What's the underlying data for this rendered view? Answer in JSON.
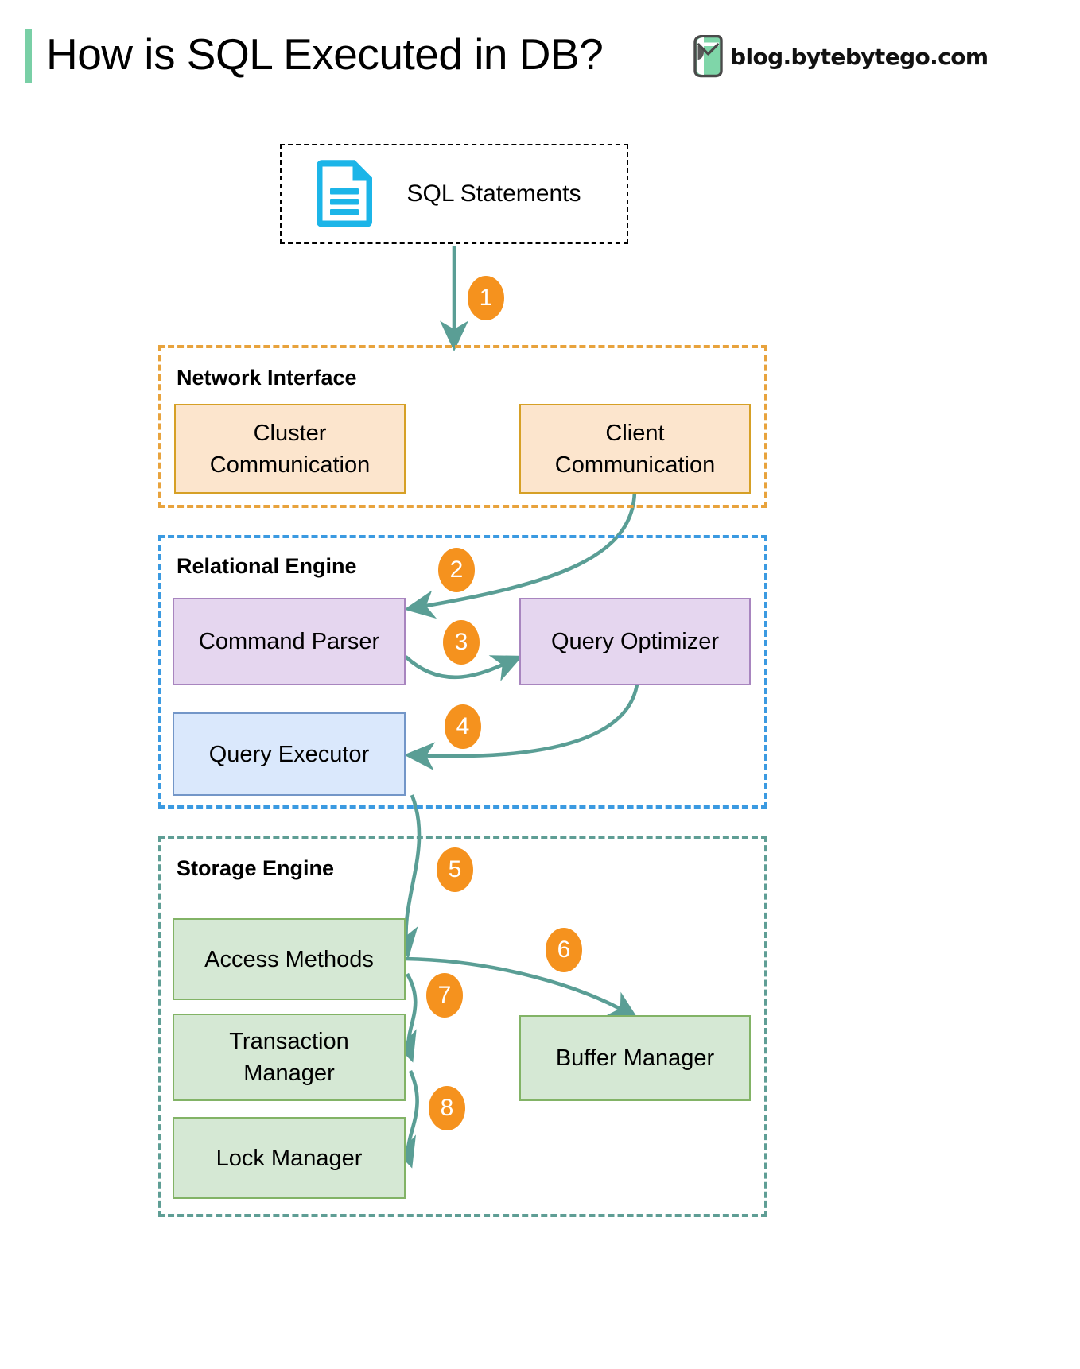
{
  "header": {
    "title": "How is SQL Executed in DB?",
    "brand_url": "blog.bytebytego.com",
    "logo_icon": "bytebytego-logo-icon",
    "accent_color": "#79cfa6"
  },
  "source": {
    "label": "SQL Statements",
    "icon": "document-icon",
    "icon_color": "#1cb5e8"
  },
  "groups": [
    {
      "key": "network",
      "title": "Network Interface",
      "border_color": "#e8a33d",
      "nodes": [
        {
          "label": "Cluster\nCommunication",
          "line1": "Cluster",
          "line2": "Communication"
        },
        {
          "label": "Client\nCommunication",
          "line1": "Client",
          "line2": "Communication"
        }
      ]
    },
    {
      "key": "relational",
      "title": "Relational Engine",
      "border_color": "#3b9ae1",
      "nodes": [
        {
          "label": "Command Parser"
        },
        {
          "label": "Query Optimizer"
        },
        {
          "label": "Query Executor"
        }
      ]
    },
    {
      "key": "storage",
      "title": "Storage Engine",
      "border_color": "#5f9e95",
      "nodes": [
        {
          "label": "Access Methods"
        },
        {
          "label": "Transaction\nManager",
          "line1": "Transaction",
          "line2": "Manager"
        },
        {
          "label": "Lock Manager"
        },
        {
          "label": "Buffer Manager"
        }
      ]
    }
  ],
  "nodes": {
    "cluster_communication_l1": "Cluster",
    "cluster_communication_l2": "Communication",
    "client_communication_l1": "Client",
    "client_communication_l2": "Communication",
    "command_parser": "Command Parser",
    "query_optimizer": "Query Optimizer",
    "query_executor": "Query Executor",
    "access_methods": "Access Methods",
    "transaction_manager_l1": "Transaction",
    "transaction_manager_l2": "Manager",
    "lock_manager": "Lock Manager",
    "buffer_manager": "Buffer Manager"
  },
  "steps": [
    {
      "n": "1",
      "from": "SQL Statements",
      "to": "Network Interface"
    },
    {
      "n": "2",
      "from": "Client Communication",
      "to": "Command Parser"
    },
    {
      "n": "3",
      "from": "Command Parser",
      "to": "Query Optimizer"
    },
    {
      "n": "4",
      "from": "Query Optimizer",
      "to": "Query Executor"
    },
    {
      "n": "5",
      "from": "Query Executor",
      "to": "Access Methods"
    },
    {
      "n": "6",
      "from": "Access Methods",
      "to": "Buffer Manager"
    },
    {
      "n": "7",
      "from": "Access Methods",
      "to": "Transaction Manager"
    },
    {
      "n": "8",
      "from": "Transaction Manager",
      "to": "Lock Manager"
    }
  ],
  "colors": {
    "arrow": "#5a9e95",
    "badge": "#f5921e",
    "orange_node_fill": "#fce5cd",
    "orange_node_border": "#d6a026",
    "purple_node_fill": "#e5d6ef",
    "purple_node_border": "#a885bf",
    "blue_node_fill": "#dae8fc",
    "blue_node_border": "#7396c8",
    "green_node_fill": "#d5e8d4",
    "green_node_border": "#82b366"
  }
}
